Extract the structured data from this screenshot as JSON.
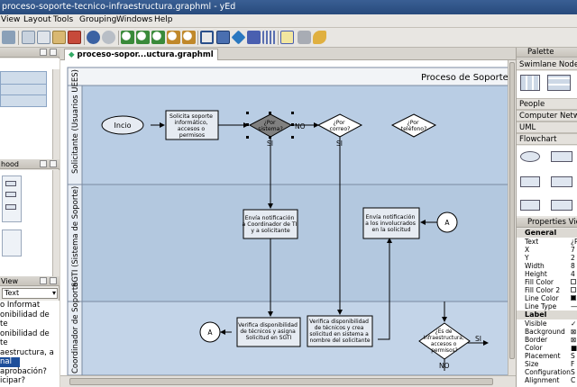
{
  "window": {
    "title": "proceso-soporte-tecnico-infraestructura.graphml - yEd"
  },
  "menu": [
    "View",
    "Layout",
    "Tools",
    "Grouping",
    "Windows",
    "Help"
  ],
  "tab": {
    "label": "proceso-sopor...uctura.graphml"
  },
  "left": {
    "overview_header": "",
    "neighborhood_header": "hood",
    "view_header": "View",
    "view_select": "Text",
    "text_lines": [
      "o Informat",
      "onibilidad de te",
      "onibilidad de te",
      "aestructura, a",
      "nal",
      "aprobación?",
      "icipar?"
    ]
  },
  "diagram": {
    "pool_title": "Proceso de Soporte T",
    "lanes": [
      "Solicitante (Usuarios UEES)",
      "SGTI (Sistema de Soporte)",
      "Coordinador de Soporte"
    ],
    "nodes": {
      "inicio": "Incio",
      "solicita": [
        "Solicita soporte",
        "informático,",
        "accesos o",
        "permisos"
      ],
      "por_sistema": [
        "¿Por",
        "sistema?"
      ],
      "por_correo": [
        "¿Por",
        "correo?"
      ],
      "por_telefono": [
        "¿Por",
        "teléfono?"
      ],
      "notif_coord": [
        "Envía notificación",
        "a Coordinador de TI",
        "y a solicitante"
      ],
      "notif_invol": [
        "Envía notificación",
        "a los involucrados",
        "en la solicitud"
      ],
      "conector_a": "A",
      "verifica_sgti": [
        "Verifica disponibilidad",
        "de técnicos y asigna",
        "Solicitud en SGTI"
      ],
      "verifica_crea": [
        "Verifica disponibilidad",
        "de técnicos y crea",
        "solicitud en sistema a",
        "nombre del solicitante"
      ],
      "es_infra": [
        "¿Es de",
        "Infraestructura,",
        "accesos o",
        "permisos?"
      ]
    },
    "edge_labels": {
      "no": "NO",
      "si": "SI"
    }
  },
  "palette": {
    "header": "Palette",
    "sections": [
      "Swimlane Nodes a",
      "People",
      "Computer Network",
      "UML",
      "Flowchart"
    ]
  },
  "properties": {
    "header": "Properties View",
    "general_label": "General",
    "label_group": "Label",
    "rows": [
      {
        "k": "Text",
        "v": "¿P"
      },
      {
        "k": "X",
        "v": "7"
      },
      {
        "k": "Y",
        "v": "2"
      },
      {
        "k": "Width",
        "v": "8"
      },
      {
        "k": "Height",
        "v": "4"
      },
      {
        "k": "Fill Color",
        "v": ""
      },
      {
        "k": "Fill Color 2",
        "v": ""
      },
      {
        "k": "Line Color",
        "v": ""
      },
      {
        "k": "Line Type",
        "v": ""
      }
    ],
    "label_rows": [
      {
        "k": "Visible",
        "v": "✓"
      },
      {
        "k": "Background",
        "v": ""
      },
      {
        "k": "Border",
        "v": ""
      },
      {
        "k": "Color",
        "v": ""
      },
      {
        "k": "Placement",
        "v": "S"
      },
      {
        "k": "Size",
        "v": "F"
      },
      {
        "k": "Configuration",
        "v": "S"
      },
      {
        "k": "Alignment",
        "v": "C"
      }
    ]
  },
  "colors": {
    "lane_blue": "#b8cde4",
    "lane_blue2": "#c9d9ec",
    "node_fill": "#e6ebf2",
    "diamond_sel": "#808080"
  }
}
